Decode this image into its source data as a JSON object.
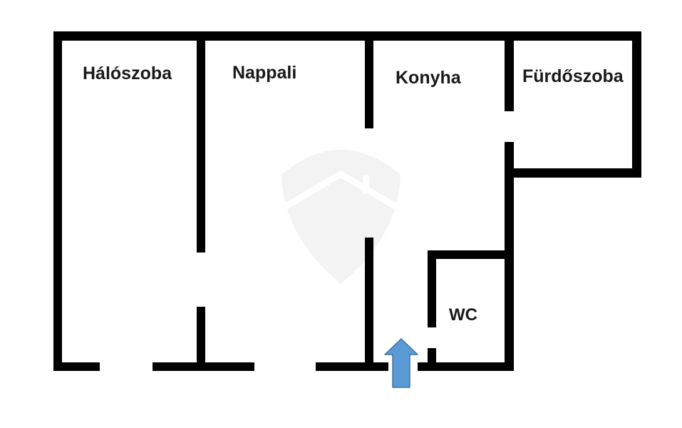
{
  "rooms": {
    "bedroom": "Hálószoba",
    "living_room": "Nappali",
    "kitchen": "Konyha",
    "bathroom": "Fürdőszoba",
    "wc": "WC"
  },
  "colors": {
    "walls": "#000000",
    "entrance_arrow": "#5b9bd5",
    "entrance_arrow_outline": "#41719c",
    "watermark": "#f2f2f2"
  },
  "icons": {
    "entrance": "up-arrow-icon",
    "watermark": "house-shield-watermark-icon"
  }
}
